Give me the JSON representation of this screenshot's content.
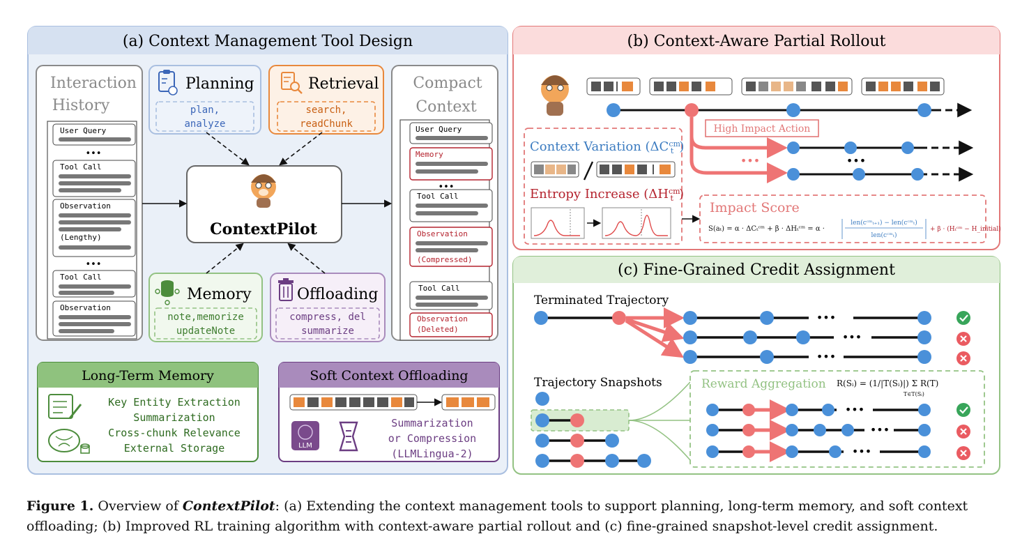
{
  "panel_a": {
    "title": "(a) Context Management Tool Design",
    "history": {
      "title_line1": "Interaction",
      "title_line2": "History",
      "items": [
        "User Query",
        "Tool Call",
        "Observation",
        "(Lengthy)",
        "Tool Call",
        "Observation"
      ]
    },
    "compact": {
      "title_line1": "Compact",
      "title_line2": "Context",
      "items": [
        "User Query",
        "Memory",
        "Tool Call",
        "Observation",
        "(Compressed)",
        "Tool Call",
        "Observation",
        "(Deleted)"
      ]
    },
    "planning": {
      "title": "Planning",
      "tools_line1": "plan,",
      "tools_line2": "analyze"
    },
    "retrieval": {
      "title": "Retrieval",
      "tools_line1": "search,",
      "tools_line2": "readChunk"
    },
    "memory": {
      "title": "Memory",
      "tools_line1": "note,memorize",
      "tools_line2": "updateNote"
    },
    "offloading": {
      "title": "Offloading",
      "tools_line1": "compress, del",
      "tools_line2": "summarize"
    },
    "center_label": "ContextPilot",
    "ellipsis": "•••",
    "long_term": {
      "title": "Long-Term Memory",
      "lines": [
        "Key Entity Extraction",
        "Summarization",
        "Cross-chunk Relevance",
        "External Storage"
      ]
    },
    "soft_offload": {
      "title": "Soft Context Offloading",
      "llm_label": "LLM",
      "lines": [
        "Summarization",
        "or Compression",
        "(LLMLingua-2)"
      ]
    }
  },
  "panel_b": {
    "title": "(b) Context-Aware Partial Rollout",
    "high_impact": "High Impact Action",
    "ellipsis": "•••",
    "context_variation": "Context Variation (ΔC",
    "cv_sup": "cm",
    "cv_sub": "t",
    "entropy_increase": "Entropy Increase (ΔH",
    "impact_title": "Impact Score",
    "formula_left": "S(aₜ) = α · ΔCₜᶜᵐ + β · ΔHₜᶜᵐ = α ·",
    "formula_num": "len(cᶜᵐₜ₊₁) − len(cᶜᵐₜ)",
    "formula_den": "len(cᶜᵐₜ)",
    "formula_right": "+ β · (Hₜᶜᵐ − H_initial)"
  },
  "panel_c": {
    "title": "(c) Fine-Grained Credit Assignment",
    "terminated": "Terminated Trajectory",
    "snapshots": "Trajectory Snapshots",
    "reward_title": "Reward Aggregation",
    "reward_formula": "R(Sᵢ) = (1/|T(Sᵢ)|) Σ R(T)",
    "reward_sub": "T∈T(Sᵢ)",
    "ellipsis": "•••"
  },
  "caption": {
    "label": "Figure 1.",
    "lead": "Overview of",
    "name": "ContextPilot",
    "text": ": (a) Extending the context management tools to support planning, long-term memory, and soft context offloading; (b) Improved RL training algorithm with context-aware partial rollout and (c) fine-grained snapshot-level credit assignment."
  },
  "colors": {
    "blue_fill": "#dde6f4",
    "blue_stroke": "#a9bfe0",
    "red_fill": "#fbe1e1",
    "red_stroke": "#e27777",
    "green_fill": "#e4f1df",
    "green_stroke": "#93c283",
    "node_blue": "#4a90d9",
    "node_red": "#ee7474",
    "orange": "#e8883c",
    "purple": "#7a4a8c",
    "dark_red": "#b4222d",
    "check_green": "#38a55a",
    "cross_red": "#ea5b61"
  }
}
